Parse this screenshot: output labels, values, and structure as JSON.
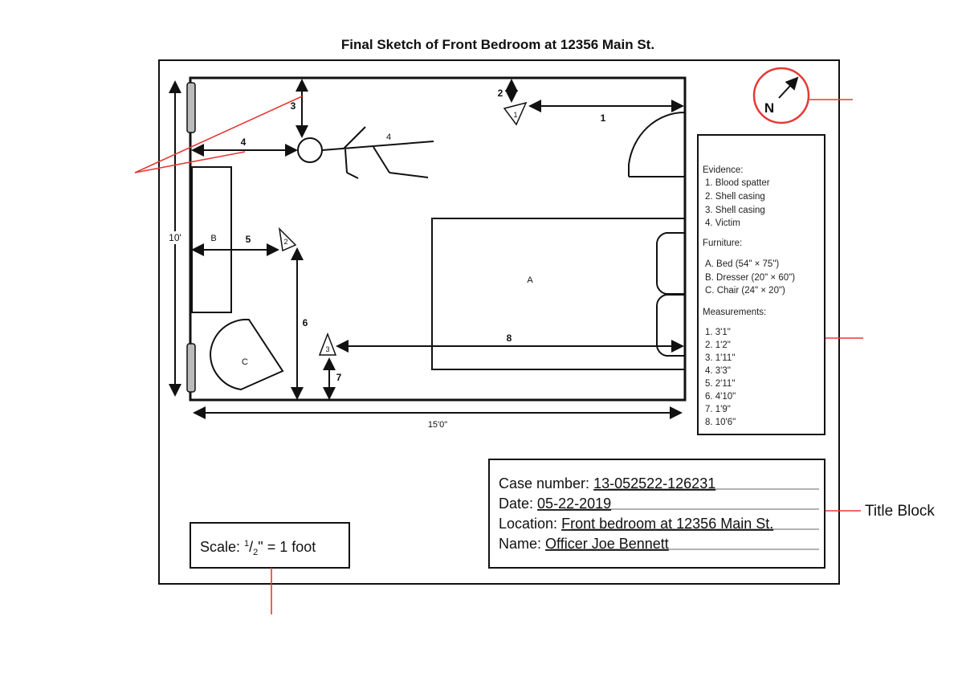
{
  "title": "Final Sketch of Front Bedroom at 12356 Main St.",
  "dimensions": {
    "width": "15'0\"",
    "height": "10'"
  },
  "furniture_labels": {
    "bed": "A",
    "dresser": "B",
    "chair": "C"
  },
  "evidence_markers": [
    "1",
    "2",
    "3",
    "4"
  ],
  "measurement_labels": [
    "1",
    "2",
    "3",
    "4",
    "5",
    "6",
    "7",
    "8"
  ],
  "compass": {
    "label": "N"
  },
  "legend": {
    "evidence_heading": "Evidence:",
    "evidence": [
      "1.  Blood spatter",
      "2.  Shell casing",
      "3.  Shell casing",
      "4.  Victim"
    ],
    "furniture_heading": "Furniture:",
    "furniture": [
      "A.  Bed (54\" × 75\")",
      "B.  Dresser (20\" × 60\")",
      "C.  Chair (24\" × 20\")"
    ],
    "measurements_heading": "Measurements:",
    "measurements": [
      "1.  3'1\"",
      "2.  1'2\"",
      "3.  1'11\"",
      "4.  3'3\"",
      "5.  2'11\"",
      "6.  4'10\"",
      "7.  1'9\"",
      "8.  10'6\""
    ]
  },
  "title_block": {
    "case_label": "Case number:",
    "case_value": "13-052522-126231",
    "date_label": "Date:",
    "date_value": "05-22-2019",
    "location_label": "Location:",
    "location_value": "Front bedroom at 12356 Main St.",
    "name_label": "Name:",
    "name_value": "Officer Joe Bennett"
  },
  "scale": {
    "prefix": "Scale: ",
    "num": "1",
    "den": "2",
    "suffix": "\" = 1 foot"
  },
  "callouts": {
    "title_block": "Title Block"
  },
  "colors": {
    "callout": "#e53935",
    "ink": "#111111"
  }
}
